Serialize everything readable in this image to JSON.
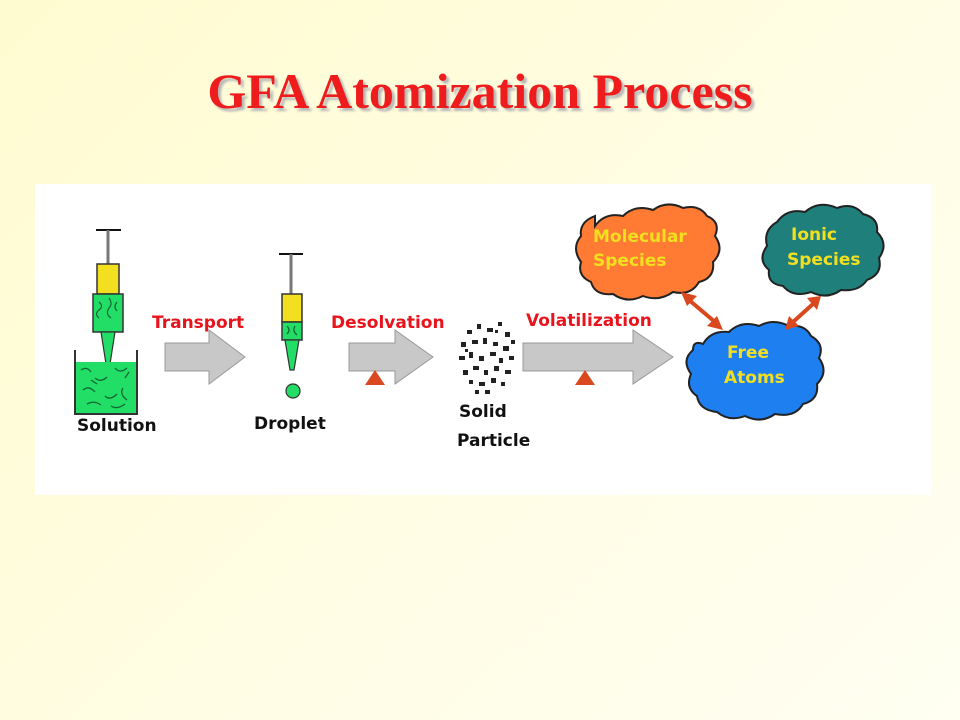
{
  "slide": {
    "title": "GFA Atomization Process"
  },
  "diagram": {
    "stages": {
      "solution": "Solution",
      "droplet": "Droplet",
      "solid_line1": "Solid",
      "solid_line2": "Particle"
    },
    "steps": {
      "transport": "Transport",
      "desolvation": "Desolvation",
      "volatilization": "Volatilization"
    },
    "clouds": {
      "molecular_line1": "Molecular",
      "molecular_line2": "Species",
      "ionic_line1": "Ionic",
      "ionic_line2": "Species",
      "free_line1": "Free",
      "free_line2": "Atoms"
    },
    "colors": {
      "title": "#ee1c1c",
      "step_label": "#e8141c",
      "liquid": "#22dd66",
      "syringe": "#f2e020",
      "molecular_cloud": "#ff7a33",
      "ionic_cloud": "#1f7f7a",
      "free_cloud": "#1e7ff0",
      "arrow": "#c8c8c8",
      "heat": "#d9481e"
    }
  }
}
